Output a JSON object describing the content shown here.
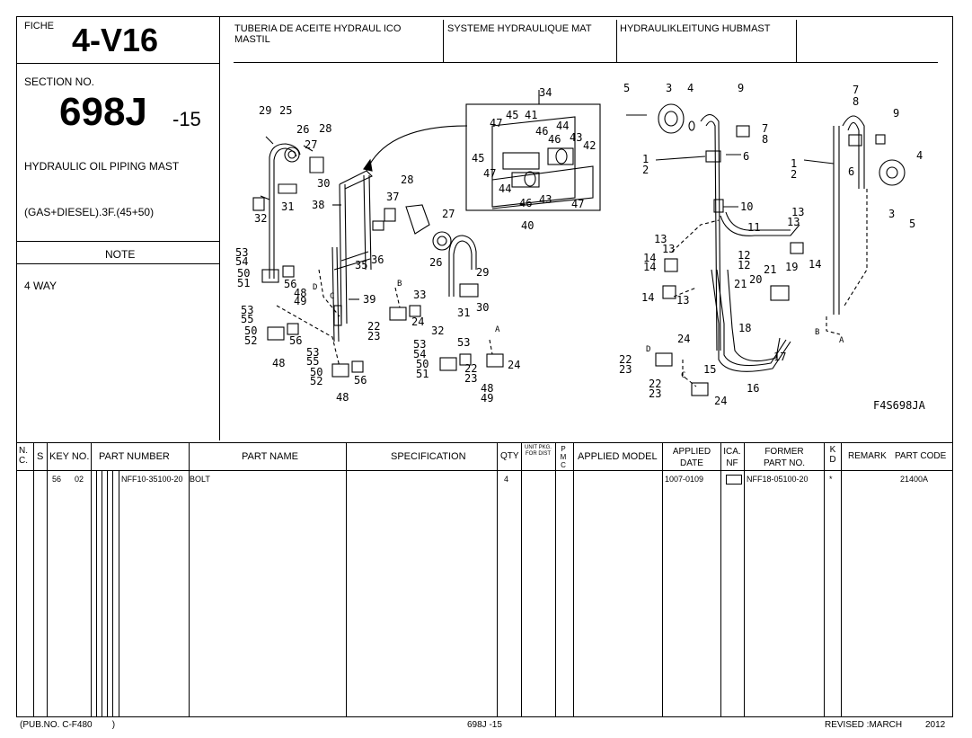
{
  "fiche_label": "FICHE",
  "fiche_code": "4-V16",
  "section_label": "SECTION NO.",
  "section_number": "698J",
  "section_suffix": "-15",
  "description": "HYDRAULIC OIL PIPING MAST",
  "variant": "(GAS+DIESEL).3F.(45+50)",
  "note_label": "NOTE",
  "note_text": "4 WAY",
  "titles": {
    "es": "TUBERIA DE ACEITE HYDRAUL ICO MASTIL",
    "fr": "SYSTEME HYDRAULIQUE MAT",
    "de": "HYDRAULIKLEITUNG HUBMAST"
  },
  "figure_code": "F4S698JA",
  "table": {
    "headers": {
      "nc": "N. C.",
      "s": "S",
      "key_no": "KEY NO.",
      "part_number": "PART NUMBER",
      "part_name": "PART NAME",
      "specification": "SPECIFICATION",
      "qty": "QTY",
      "unit_pkg": "UNIT PKG. FOR DIST",
      "pmc": "P M C",
      "applied_model": "APPLIED MODEL",
      "applied_date": "APPLIED DATE",
      "ica_nf": "ICA. NF",
      "former_part_no": "FORMER PART NO.",
      "kd": "K D",
      "remark": "REMARK",
      "part_code": "PART CODE"
    },
    "rows": [
      {
        "key": "56",
        "sub": "02",
        "part_number": "NFF10-35100-20",
        "part_name": "BOLT",
        "specification": "",
        "qty": "4",
        "applied_date": "1007-0109",
        "former_part_no": "NFF18-05100-20",
        "kd": "*",
        "part_code": "21400A"
      }
    ]
  },
  "footer": {
    "pub_no": "(PUB.NO. C-F480        )",
    "page_ref": "698J -15",
    "revised_label": "REVISED :MARCH",
    "revised_year": "2012"
  },
  "callouts": {
    "c1": "29",
    "c2": "25",
    "c3": "26",
    "c4": "28",
    "c5": "27",
    "c6": "30",
    "c7": "38",
    "c8": "31",
    "c9": "32",
    "c10": "53",
    "c11": "54",
    "c12": "50",
    "c13": "51",
    "c14": "56",
    "c15": "48",
    "c16": "49",
    "c17": "D",
    "c18": "C",
    "c19": "35",
    "c20": "36",
    "c21": "39",
    "c22": "53",
    "c23": "55",
    "c24": "50",
    "c25": "52",
    "c26": "56",
    "c27": "48",
    "c28": "53",
    "c29": "55",
    "c30": "50",
    "c31": "52",
    "c32": "56",
    "c33": "48",
    "c34": "37",
    "c35": "28",
    "c36": "27",
    "c37": "26",
    "c38": "29",
    "c39": "33",
    "c40": "31",
    "c41": "30",
    "c42": "B",
    "c43": "22",
    "c44": "23",
    "c45": "24",
    "c46": "32",
    "c47": "53",
    "c48": "54",
    "c49": "50",
    "c50": "51",
    "c51": "53",
    "c52": "A",
    "c53": "22",
    "c54": "23",
    "c55": "24",
    "c56": "48",
    "c57": "49",
    "c58": "34",
    "c59": "47",
    "c60": "45",
    "c61": "41",
    "c62": "44",
    "c63": "46",
    "c64": "46",
    "c65": "43",
    "c66": "42",
    "c67": "45",
    "c68": "47",
    "c69": "44",
    "c70": "46",
    "c71": "43",
    "c72": "47",
    "c73": "40",
    "r1": "5",
    "r2": "3",
    "r3": "4",
    "r4": "9",
    "r5": "7",
    "r6": "8",
    "r7": "1",
    "r8": "2",
    "r9": "6",
    "r10": "10",
    "r11": "11",
    "r12": "12",
    "r13": "13",
    "r14": "13",
    "r15": "14",
    "r16": "14",
    "r17": "13",
    "r18": "21",
    "r19": "20",
    "r20": "21",
    "r21": "19",
    "r22": "18",
    "r23": "14",
    "r24": "22",
    "r25": "23",
    "r26": "D",
    "r27": "24",
    "r28": "15",
    "r29": "17",
    "r30": "22",
    "r31": "23",
    "r32": "C",
    "r33": "16",
    "r34": "24",
    "r35": "7",
    "r36": "8",
    "r37": "9",
    "r38": "4",
    "r39": "1",
    "r40": "2",
    "r41": "6",
    "r42": "3",
    "r43": "5",
    "r44": "13",
    "r45": "14",
    "r46": "B",
    "r47": "A",
    "r48": "13",
    "r49": "12"
  }
}
